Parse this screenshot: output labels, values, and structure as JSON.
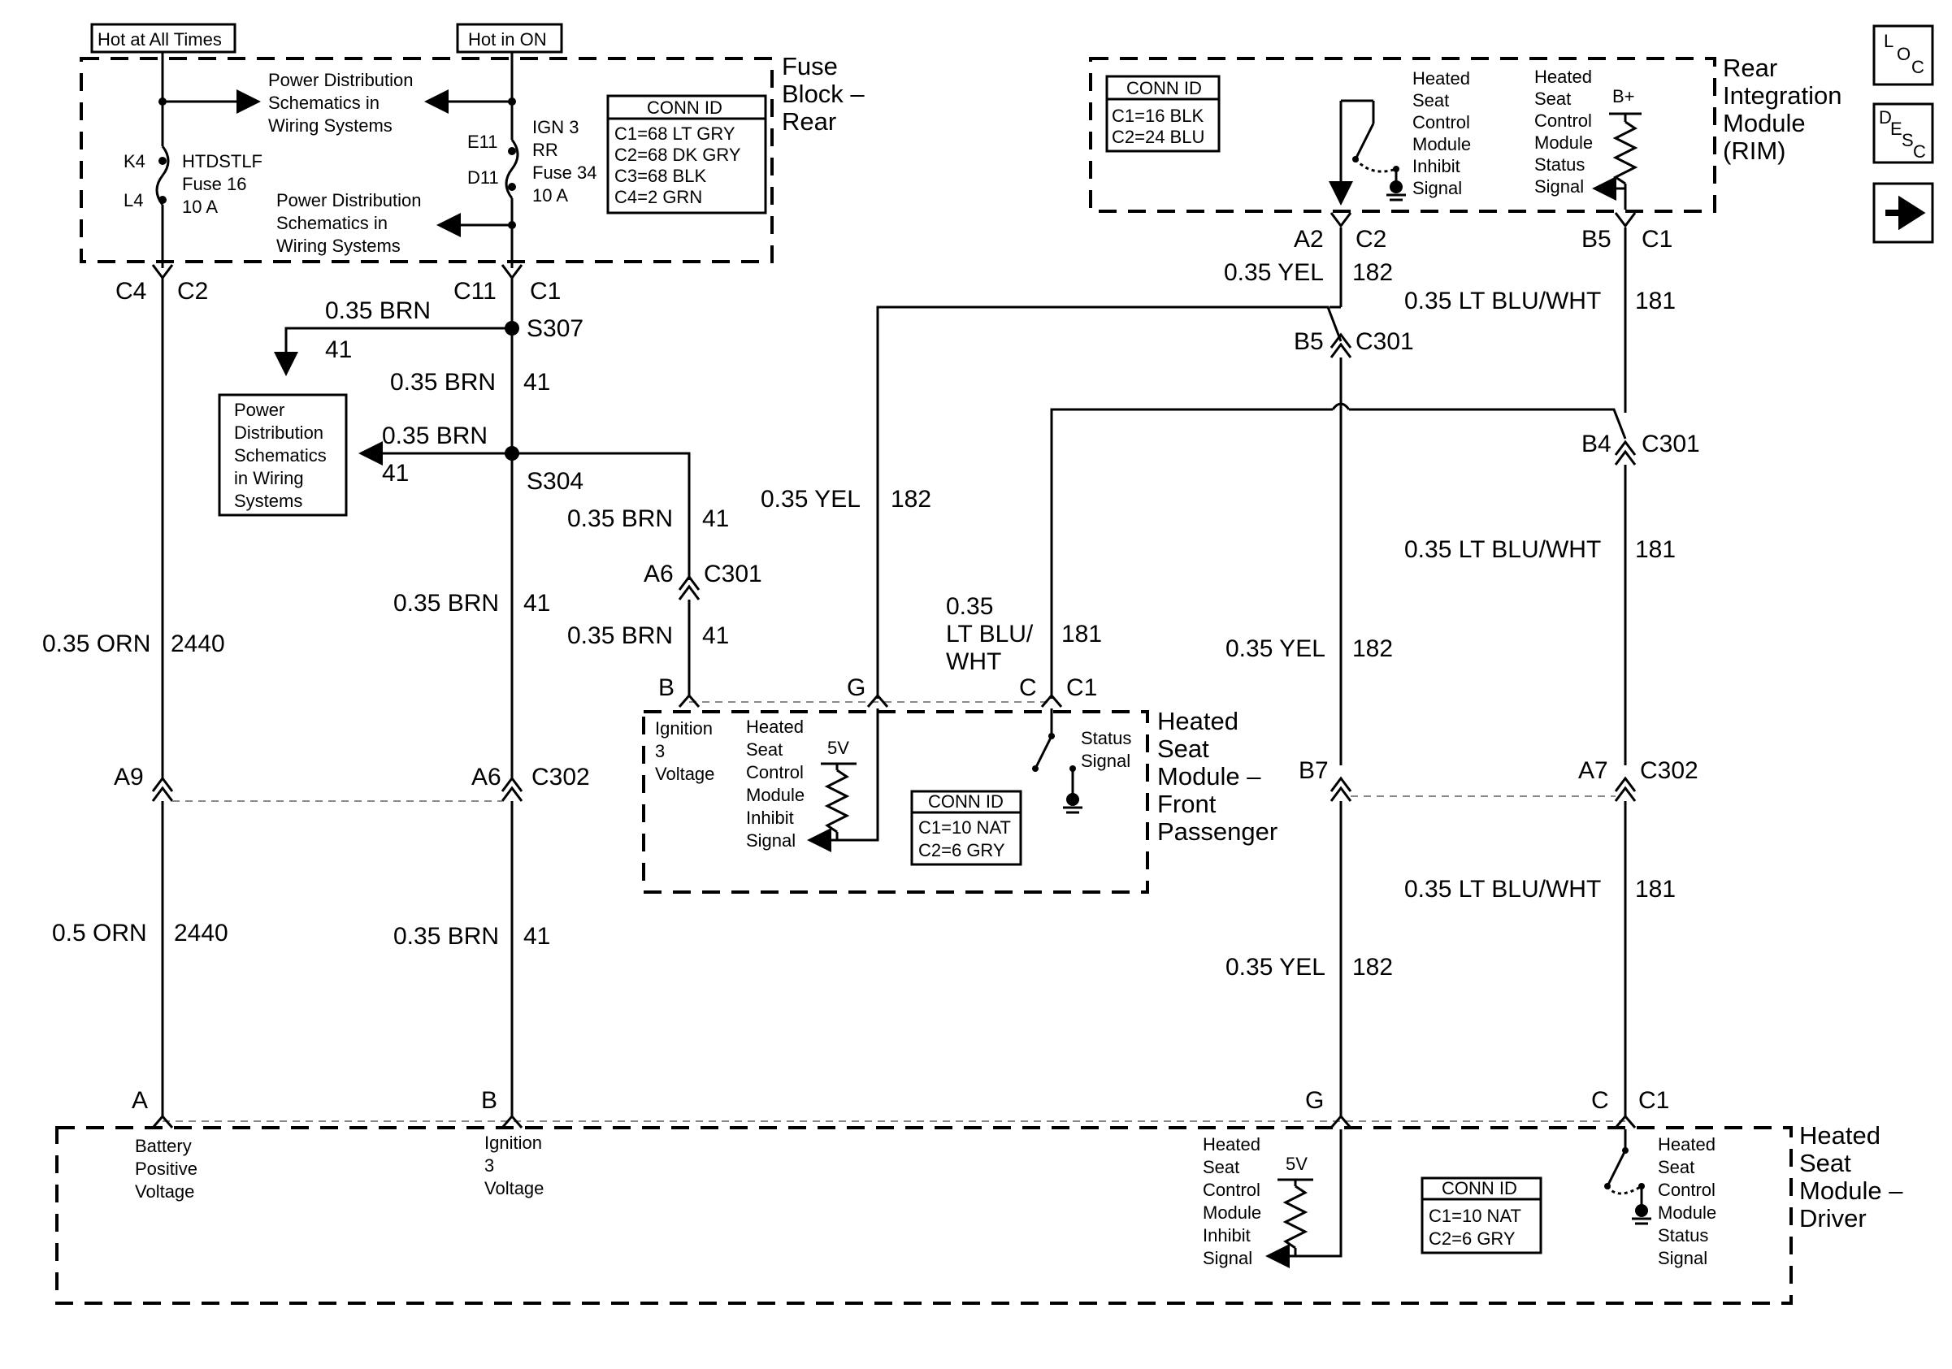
{
  "nav": {
    "loc_icon_label": "LOC",
    "desc_icon_label": "DESC",
    "next_icon_label": "→"
  },
  "fuse_block": {
    "title_lines": [
      "Fuse",
      "Block –",
      "Rear"
    ],
    "hot_at_all_times": "Hot at All Times",
    "hot_in_on": "Hot in ON",
    "pds_top": [
      "Power Distribution",
      "Schematics in",
      "Wiring Systems"
    ],
    "pds_mid": [
      "Power Distribution",
      "Schematics in",
      "Wiring Systems"
    ],
    "fuse16_pins": [
      "K4",
      "L4"
    ],
    "fuse16_lines": [
      "HTDSTLF",
      "Fuse 16",
      "10 A"
    ],
    "fuse34_pins": [
      "E11",
      "D11"
    ],
    "fuse34_lines": [
      "IGN 3",
      "RR",
      "Fuse 34",
      "10 A"
    ],
    "conn_id_title": "CONN ID",
    "conn_id_lines": [
      "C1=68 LT GRY",
      "C2=68 DK GRY",
      "C3=68 BLK",
      "C4=2 GRN"
    ],
    "out_left": [
      "C4",
      "C2"
    ],
    "out_right": [
      "C11",
      "C1"
    ]
  },
  "rim": {
    "title_lines": [
      "Rear",
      "Integration",
      "Module",
      "(RIM)"
    ],
    "conn_id_title": "CONN ID",
    "conn_id_lines": [
      "C1=16 BLK",
      "C2=24 BLU"
    ],
    "inhibit_lines": [
      "Heated",
      "Seat",
      "Control",
      "Module",
      "Inhibit",
      "Signal"
    ],
    "status_lines": [
      "Heated",
      "Seat",
      "Control",
      "Module",
      "Status",
      "Signal"
    ],
    "b_plus": "B+",
    "pin_a2": [
      "A2",
      "C2"
    ],
    "pin_b5": [
      "B5",
      "C1"
    ]
  },
  "wires": {
    "w1": "0.35 YEL",
    "w1n": "182",
    "w2": "0.35 LT BLU/WHT",
    "w2n": "181",
    "b5_c301": [
      "B5",
      "C301"
    ],
    "b4_c301": [
      "B4",
      "C301"
    ],
    "w3": "0.35 LT BLU/WHT",
    "w3n": "181",
    "w4": "0.35 YEL",
    "w4n": "182",
    "b7": "B7",
    "a7_c302": [
      "A7",
      "C302"
    ],
    "w5": "0.35 LT BLU/WHT",
    "w5n": "181",
    "w6": "0.35 YEL",
    "w6n": "182",
    "brn_s307_a": "0.35 BRN",
    "brn_s307_b": "41",
    "s307": "S307",
    "brn_below_s307": "0.35 BRN",
    "brn_below_s307n": "41",
    "brn_s304_a": "0.35 BRN",
    "brn_s304_b": "41",
    "s304": "S304",
    "brn_branch": "0.35 BRN",
    "brn_branchn": "41",
    "a6_c301": [
      "A6",
      "C301"
    ],
    "brn_branch2": "0.35 BRN",
    "brn_branch2n": "41",
    "brn_main": "0.35 BRN",
    "brn_mainn": "41",
    "orn_top": "0.35 ORN",
    "orn_topn": "2440",
    "yel_mid": "0.35 YEL",
    "yel_midn": "182",
    "ltblu_lines": [
      "0.35",
      "LT BLU/",
      "WHT"
    ],
    "ltblu_n": "181",
    "a9": "A9",
    "a6_c302": [
      "A6",
      "C302"
    ],
    "orn_bot": "0.5 ORN",
    "orn_botn": "2440",
    "brn_bot": "0.35 BRN",
    "brn_botn": "41",
    "pds_box_lines": [
      "Power",
      "Distribution",
      "Schematics",
      "in Wiring",
      "Systems"
    ]
  },
  "front_passenger": {
    "title_lines": [
      "Heated",
      "Seat",
      "Module –",
      "Front",
      "Passenger"
    ],
    "pins": [
      "B",
      "G",
      "C",
      "C1"
    ],
    "ign_lines": [
      "Ignition",
      "3",
      "Voltage"
    ],
    "inhibit_lines": [
      "Heated",
      "Seat",
      "Control",
      "Module",
      "Inhibit",
      "Signal"
    ],
    "volt": "5V",
    "status_lines": [
      "Status",
      "Signal"
    ],
    "conn_id_title": "CONN ID",
    "conn_id_lines": [
      "C1=10 NAT",
      "C2=6 GRY"
    ]
  },
  "driver": {
    "title_lines": [
      "Heated",
      "Seat",
      "Module –",
      "Driver"
    ],
    "pins": [
      "A",
      "B",
      "G",
      "C",
      "C1"
    ],
    "batt_lines": [
      "Battery",
      "Positive",
      "Voltage"
    ],
    "ign_lines": [
      "Ignition",
      "3",
      "Voltage"
    ],
    "inhibit_lines": [
      "Heated",
      "Seat",
      "Control",
      "Module",
      "Inhibit",
      "Signal"
    ],
    "volt": "5V",
    "status_lines": [
      "Heated",
      "Seat",
      "Control",
      "Module",
      "Status",
      "Signal"
    ],
    "conn_id_title": "CONN ID",
    "conn_id_lines": [
      "C1=10 NAT",
      "C2=6 GRY"
    ]
  }
}
